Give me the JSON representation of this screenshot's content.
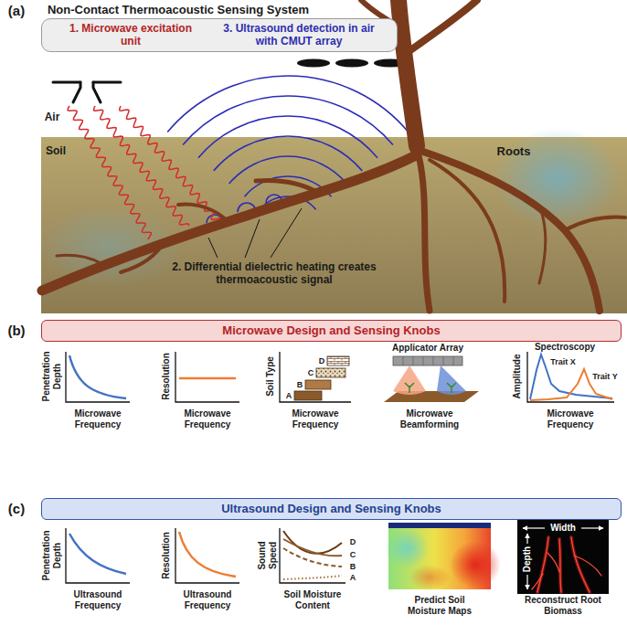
{
  "diagram": {
    "nodes": [
      {
        "text": [
          "1. Microwave excitation unit",
          "3. Ultrasound detection in air with CMUT array"
        ]
      },
      {
        "text": [
          "Microwave Design and Sensing Knobs"
        ]
      },
      {
        "text": [
          "Ultrasound Design and Sensing Knobs"
        ]
      }
    ],
    "labels": [
      "(a)",
      "Non-Contact Thermoacoustic Sensing System",
      "Air",
      "Soil",
      "Roots",
      "2. Differential dielectric heating creates thermoacoustic signal",
      "(b)",
      "Penetration Depth",
      "Microwave Frequency",
      "Resolution",
      "Microwave Frequency",
      "Soil Type",
      "A",
      "B",
      "C",
      "D",
      "Microwave Frequency",
      "Applicator Array",
      "Microwave Beamforming",
      "Spectroscopy",
      "Trait X",
      "Trait Y",
      "Amplitude",
      "Microwave Frequency",
      "(c)",
      "Penetration Depth",
      "Ultrasound Frequency",
      "Resolution",
      "Ultrasound Frequency",
      "Sound Speed",
      "D",
      "C",
      "B",
      "A",
      "Soil Moisture Content",
      "Predict Soil Moisture Maps",
      "Width",
      "Depth",
      "Reconstruct Root Biomass"
    ]
  }
}
